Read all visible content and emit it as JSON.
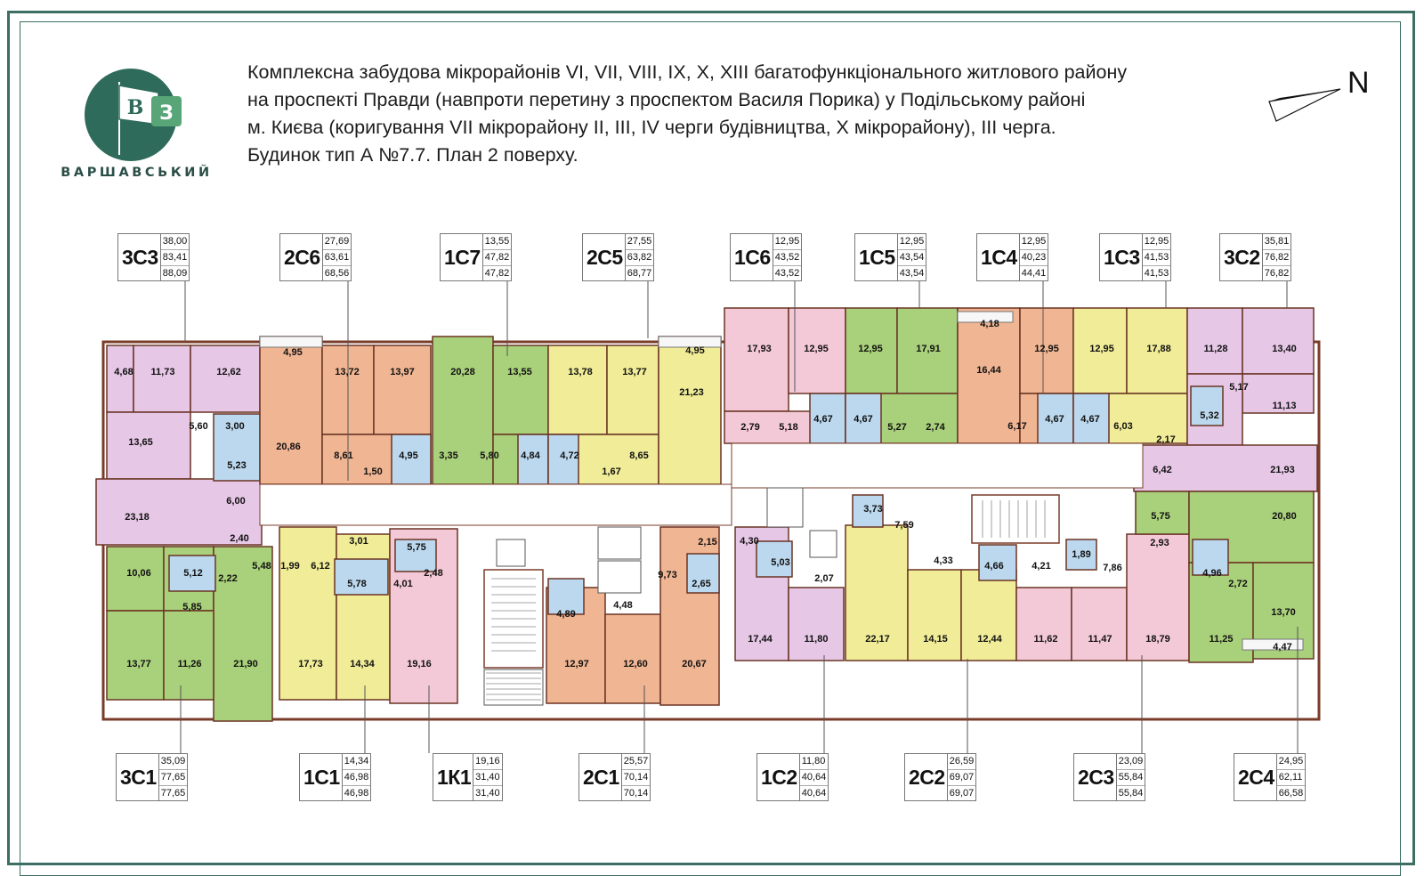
{
  "brand": {
    "logo_letters": "В З",
    "name": "ВАРШАВСЬКИЙ",
    "colors": {
      "green": "#2f6b5a",
      "light_green": "#58a678"
    }
  },
  "title_lines": [
    "Комплексна забудова мікрорайонів VI, VII, VIII, IX, X, XIII багатофункціонального житлового району",
    "на проспекті Правди (навпроти перетину з проспектом Василя Порика) у Подільському районі",
    "м. Києва (коригування VII мікрорайону II, III, IV черги будівництва, X мікрорайону), III черга.",
    "Будинок тип А  №7.7.   План 2 поверху."
  ],
  "compass": {
    "label": "N"
  },
  "colors": {
    "pink": "#f4c9d7",
    "lilac": "#e6c7e6",
    "orange": "#f0b592",
    "olive": "#a9d07a",
    "yellow": "#f0ec97",
    "bath": "#bcd8ee",
    "walls": "#7a3c2a",
    "corridor": "#ffffff"
  },
  "apartments_top": [
    {
      "code": "3С3",
      "values": [
        "38,00",
        "83,41",
        "88,09"
      ]
    },
    {
      "code": "2С6",
      "values": [
        "27,69",
        "63,61",
        "68,56"
      ]
    },
    {
      "code": "1С7",
      "values": [
        "13,55",
        "47,82",
        "47,82"
      ]
    },
    {
      "code": "2С5",
      "values": [
        "27,55",
        "63,82",
        "68,77"
      ]
    },
    {
      "code": "1С6",
      "values": [
        "12,95",
        "43,52",
        "43,52"
      ]
    },
    {
      "code": "1С5",
      "values": [
        "12,95",
        "43,54",
        "43,54"
      ]
    },
    {
      "code": "1С4",
      "values": [
        "12,95",
        "40,23",
        "44,41"
      ]
    },
    {
      "code": "1С3",
      "values": [
        "12,95",
        "41,53",
        "41,53"
      ]
    },
    {
      "code": "3С2",
      "values": [
        "35,81",
        "76,82",
        "76,82"
      ]
    }
  ],
  "apartments_bottom": [
    {
      "code": "3С1",
      "values": [
        "35,09",
        "77,65",
        "77,65"
      ]
    },
    {
      "code": "1С1",
      "values": [
        "14,34",
        "46,98",
        "46,98"
      ]
    },
    {
      "code": "1К1",
      "values": [
        "19,16",
        "31,40",
        "31,40"
      ]
    },
    {
      "code": "2С1",
      "values": [
        "25,57",
        "70,14",
        "70,14"
      ]
    },
    {
      "code": "1С2",
      "values": [
        "11,80",
        "40,64",
        "40,64"
      ]
    },
    {
      "code": "2С2",
      "values": [
        "26,59",
        "69,07",
        "69,07"
      ]
    },
    {
      "code": "2С3",
      "values": [
        "23,09",
        "55,84",
        "55,84"
      ]
    },
    {
      "code": "2С4",
      "values": [
        "24,95",
        "62,11",
        "66,58"
      ]
    }
  ],
  "room_areas": [
    "4,68",
    "11,73",
    "12,62",
    "13,65",
    "5,60",
    "3,00",
    "5,23",
    "23,18",
    "6,00",
    "2,40",
    "4,95",
    "20,86",
    "13,72",
    "13,97",
    "8,61",
    "1,50",
    "4,95",
    "20,28",
    "13,55",
    "3,35",
    "5,80",
    "4,84",
    "13,78",
    "13,77",
    "4,95",
    "21,23",
    "4,72",
    "1,67",
    "8,65",
    "17,93",
    "12,95",
    "2,79",
    "5,18",
    "4,67",
    "12,95",
    "17,91",
    "4,67",
    "5,27",
    "2,74",
    "4,18",
    "16,44",
    "12,95",
    "6,17",
    "4,67",
    "12,95",
    "17,88",
    "4,67",
    "6,03",
    "2,17",
    "11,28",
    "13,40",
    "5,17",
    "11,13",
    "5,32",
    "6,42",
    "21,93",
    "10,06",
    "5,12",
    "2,22",
    "5,48",
    "5,85",
    "13,77",
    "11,26",
    "21,90",
    "1,99",
    "6,12",
    "3,01",
    "5,78",
    "17,73",
    "14,34",
    "5,75",
    "4,01",
    "2,48",
    "19,16",
    "4,89",
    "4,48",
    "12,97",
    "12,60",
    "2,15",
    "9,73",
    "2,65",
    "20,67",
    "4,30",
    "5,03",
    "2,07",
    "17,44",
    "11,80",
    "3,73",
    "7,59",
    "4,33",
    "22,17",
    "14,15",
    "12,44",
    "4,66",
    "4,21",
    "1,89",
    "7,86",
    "11,62",
    "11,47",
    "18,79",
    "5,75",
    "2,93",
    "20,80",
    "4,96",
    "2,72",
    "13,70",
    "11,25",
    "4,47"
  ]
}
